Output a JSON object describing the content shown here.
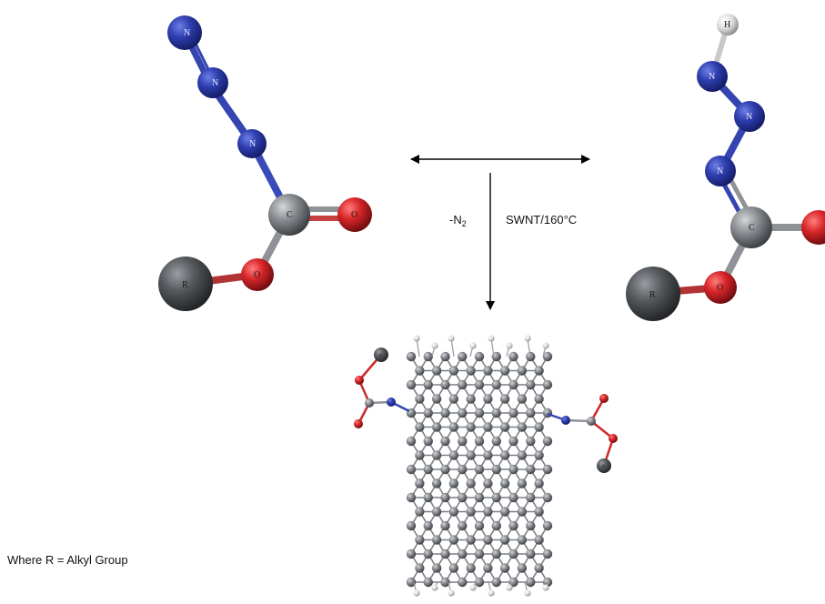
{
  "reaction": {
    "condition_left": "-N",
    "condition_left_subscript": "2",
    "condition_right": "SWNT/160°C"
  },
  "atoms": {
    "nitrogen": "N",
    "carbon": "C",
    "oxygen": "O",
    "hydrogen": "H",
    "alkyl": "R"
  },
  "footnote": "Where R = Alkyl Group",
  "colors": {
    "nitrogen": "#2f3fb0",
    "nitrogen_dark": "#1a2478",
    "carbon": "#8a8d91",
    "carbon_dark": "#4d5054",
    "oxygen": "#d8262a",
    "oxygen_dark": "#7e1012",
    "hydrogen": "#e6e6e6",
    "alkyl": "#55585c",
    "bond_nitrogen": "#3444b0",
    "bond_carbon": "#8f9296",
    "bond_oxygen": "#cc2a2a"
  }
}
